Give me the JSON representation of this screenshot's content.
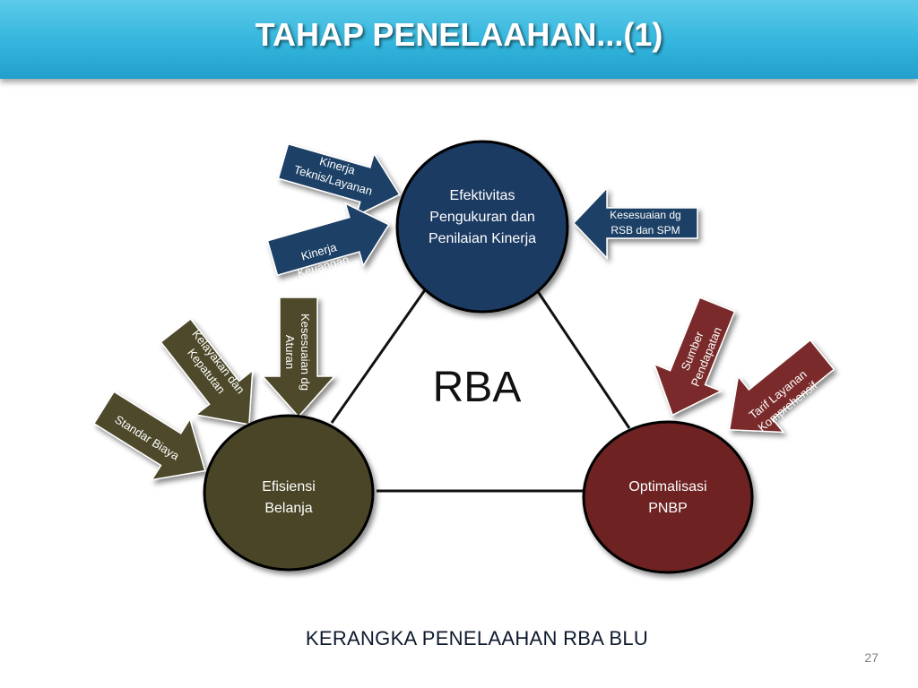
{
  "slide": {
    "title": "TAHAP PENELAAHAN...(1)",
    "caption": "KERANGKA PENELAAHAN RBA BLU",
    "page_number": "27"
  },
  "colors": {
    "title_bar": "#33b5dd",
    "top_node": "#1b3a63",
    "left_node": "#4a4527",
    "right_node": "#6e2424",
    "blue_arrows": "#1f3f66",
    "olive_arrows": "#4d4a2b",
    "red_arrows": "#7a2a2a"
  },
  "diagram": {
    "center": "RBA",
    "nodes": {
      "top": "Efektivitas Pengukuran dan Penilaian Kinerja",
      "left": "Efisiensi Belanja",
      "right": "Optimalisasi PNBP"
    },
    "arrows": {
      "kinerja_teknis": "Kinerja Teknis/Layanan",
      "kinerja_keuangan": "Kinerja Keuangan",
      "kesesuaian_rsb": "Kesesuaian dg RSB dan SPM",
      "kesesuaian_aturan": "Kesesuaian dg Aturan",
      "kelayakan": "Kelayakan dan Kepatutan",
      "standar_biaya": "Standar Biaya",
      "sumber_pendapatan": "Sumber Pendapatan",
      "tarif_layanan": "Tarif Layanan Komprehensif"
    }
  }
}
